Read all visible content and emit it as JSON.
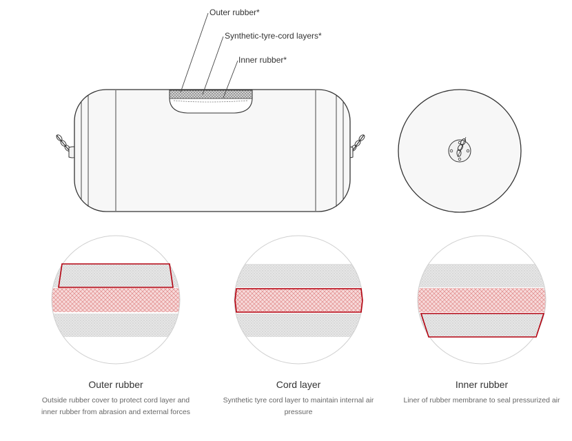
{
  "callouts": {
    "outer": "Outer rubber*",
    "cord": "Synthetic-tyre-cord layers*",
    "inner": "Inner rubber*"
  },
  "layers": [
    {
      "title": "Outer rubber",
      "description": "Outside rubber cover to protect cord layer and inner rubber from abrasion and external forces"
    },
    {
      "title": "Cord layer",
      "description": "Synthetic tyre cord layer to maintain internal air pressure"
    },
    {
      "title": "Inner rubber",
      "description": "Liner of rubber membrane to seal pressurized air"
    }
  ],
  "colors": {
    "outline": "#333333",
    "highlight": "#b3000f",
    "rubber_fill": "#e4e4e4",
    "cord_fill": "#f6d7d7",
    "cord_hatch": "#e49090",
    "body_fill": "#f7f7f7"
  }
}
